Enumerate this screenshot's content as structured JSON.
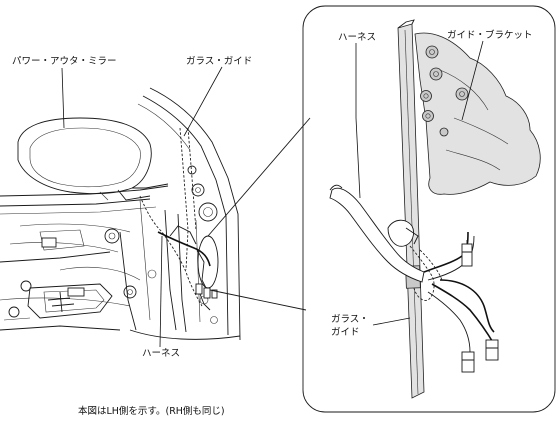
{
  "labels": {
    "power_outer_mirror": "パワー・アウタ・ミラー",
    "glass_guide_main": "ガラス・ガイド",
    "harness_main": "ハーネス",
    "harness_detail": "ハーネス",
    "guide_bracket": "ガイド・ブラケット",
    "glass_guide_detail_line1": "ガラス・",
    "glass_guide_detail_line2": "ガイド"
  },
  "caption": "本図はLH側を示す。(RH側も同じ)"
}
